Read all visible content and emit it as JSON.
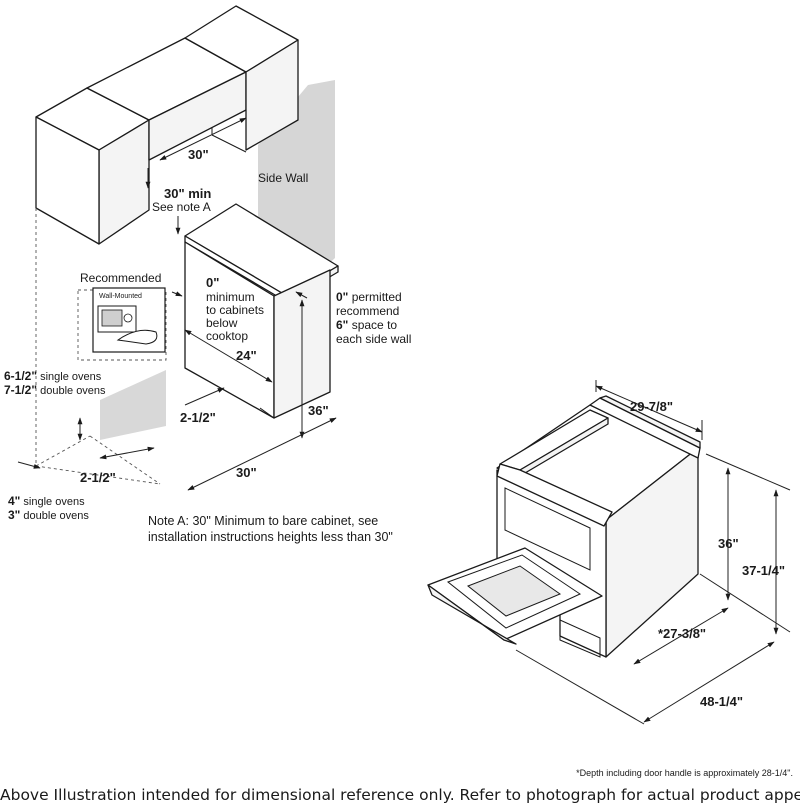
{
  "install": {
    "side_wall": "Side Wall",
    "dim_30_top": "30\"",
    "dim_30_min": "30\" min",
    "see_note_a": "See note A",
    "recommended": "Recommended",
    "wall_mounted": "Wall-Mounted",
    "zero_top": "0\"",
    "min_cab_1": "minimum",
    "min_cab_2": "to cabinets",
    "min_cab_3": "below",
    "min_cab_4": "cooktop",
    "zero_side": "0\"",
    "permitted": " permitted",
    "recommend": "recommend",
    "six": "6\"",
    "space_to": " space to",
    "each_side_wall": "each side wall",
    "dim_24": "24\"",
    "dim_36": "36\"",
    "six_half": "6-1/2\"",
    "single_ovens_a": " single ovens",
    "seven_half": "7-1/2\"",
    "double_ovens_a": " double ovens",
    "dim_2half_a": "2-1/2\"",
    "dim_2half_b": "2-1/2\"",
    "dim_30_bottom": "30\"",
    "four": "4\"",
    "single_ovens_b": " single ovens",
    "three": "3\"",
    "double_ovens_b": " double ovens",
    "note_a_1": "Note A: 30\" Minimum to bare cabinet, see",
    "note_a_2": "installation instructions heights less than 30\""
  },
  "range": {
    "width": "29-7/8\"",
    "height_36": "36\"",
    "height_total": "37-1/4\"",
    "depth": "*27-3/8\"",
    "depth_open": "48-1/4\""
  },
  "footnote": "*Depth including door handle is approximately 28-1/4\".",
  "caption": "Above Illustration intended for dimensional reference only. Refer to photograph for actual product appearance."
}
